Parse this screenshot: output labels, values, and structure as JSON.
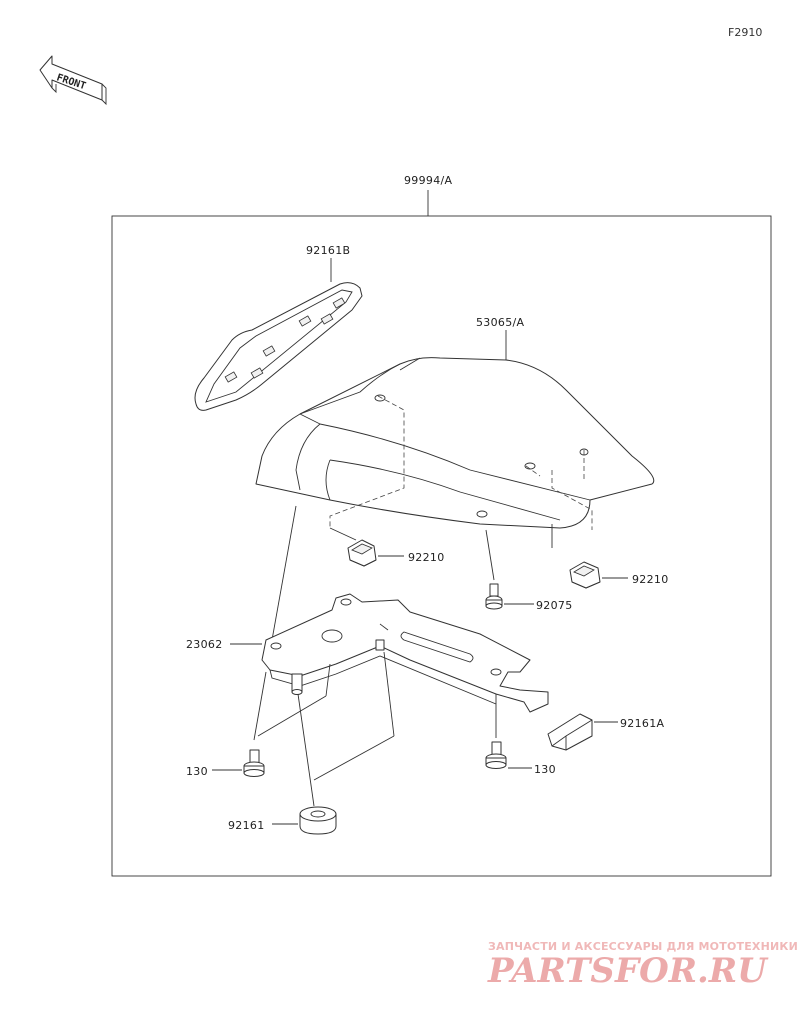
{
  "figure_code": "F2910",
  "front_arrow": "FRONT",
  "labels": {
    "kit": "99994/A",
    "seat_cover": "53065/A",
    "pad_top": "92161B",
    "nut_left": "92210",
    "nut_right": "92210",
    "bolt_center": "92075",
    "bracket": "23062",
    "pad_rear": "92161A",
    "bolt_left": "130",
    "bolt_right": "130",
    "damper": "92161"
  },
  "watermark": {
    "tagline": "ЗАПЧАСТИ И АКСЕССУАРЫ ДЛЯ МОТОТЕХНИКИ",
    "brand": "PARTSFOR.RU"
  },
  "colors": {
    "line": "#333333",
    "watermark": "#ecaaaa"
  }
}
